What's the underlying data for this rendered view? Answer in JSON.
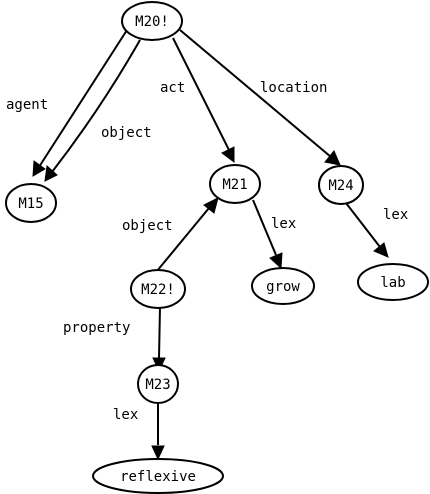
{
  "nodes": {
    "m20": "M20!",
    "m15": "M15",
    "m21": "M21",
    "m24": "M24",
    "m22": "M22!",
    "grow": "grow",
    "lab": "lab",
    "m23": "M23",
    "reflexive": "reflexive"
  },
  "edges": {
    "agent": "agent",
    "object_top": "object",
    "act": "act",
    "location": "location",
    "lex_m21": "lex",
    "lex_m24": "lex",
    "object_m22": "object",
    "property": "property",
    "lex_m23": "lex"
  }
}
